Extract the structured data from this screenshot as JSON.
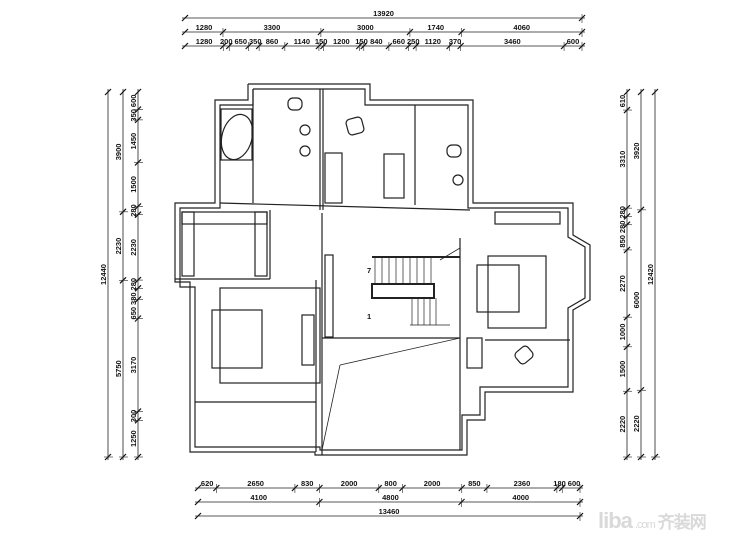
{
  "dimensions": {
    "top": {
      "total": [
        "13920"
      ],
      "row2": [
        "1280",
        "3300",
        "3000",
        "1740",
        "4060"
      ],
      "row3": [
        "1280",
        "200",
        "650",
        "350",
        "860",
        "1140",
        "150",
        "1200",
        "150",
        "840",
        "660",
        "250",
        "1120",
        "370",
        "3460",
        "600"
      ]
    },
    "left": {
      "total": [
        "12440"
      ],
      "row2": [
        "3900",
        "2230",
        "5750"
      ],
      "row3": [
        "600",
        "350",
        "1450",
        "1500",
        "280",
        "2230",
        "280",
        "380",
        "650",
        "3170",
        "300",
        "1250"
      ]
    },
    "right": {
      "row1": [
        "610",
        "3310",
        "280",
        "280",
        "850",
        "2270",
        "1000",
        "1500",
        "2220"
      ],
      "row2": [
        "3920",
        "6000",
        "2220"
      ],
      "total": [
        "12420"
      ]
    },
    "bottom": {
      "row1": [
        "620",
        "2650",
        "830",
        "2000",
        "800",
        "2000",
        "850",
        "2360",
        "180",
        "600"
      ],
      "row2": [
        "4100",
        "4800",
        "4000"
      ],
      "total": [
        "13460"
      ]
    }
  },
  "stair_labels": [
    "7",
    "1"
  ],
  "watermark": {
    "brand": "liba",
    "domain": ".com",
    "cn": "齐装网"
  }
}
